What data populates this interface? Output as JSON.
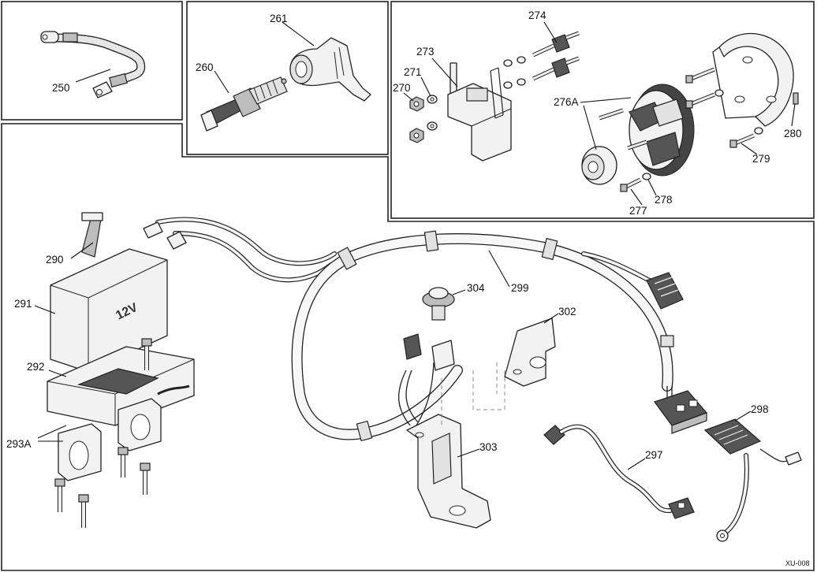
{
  "figure_code": "XU-008",
  "battery_marking": "12V",
  "callouts": {
    "c250": "250",
    "c260": "260",
    "c261": "261",
    "c270": "270",
    "c271": "271",
    "c273": "273",
    "c274": "274",
    "c276A": "276A",
    "c277": "277",
    "c278": "278",
    "c279": "279",
    "c280": "280",
    "c290": "290",
    "c291": "291",
    "c292": "292",
    "c293A": "293A",
    "c297": "297",
    "c298": "298",
    "c299": "299",
    "c302": "302",
    "c303": "303",
    "c304": "304"
  },
  "parts": {
    "ground_strap": "ground-strap",
    "spark_plug": "spark-plug",
    "plug_cap": "spark-plug-cap",
    "ignition_coil": "ignition-coil",
    "stator_assembly": "stator-assembly",
    "battery": "battery",
    "battery_box": "battery-box",
    "wiring_harness": "wiring-harness",
    "push_button": "push-button-switch",
    "rectifier": "rectifier-regulator",
    "brackets": "mounting-brackets"
  }
}
